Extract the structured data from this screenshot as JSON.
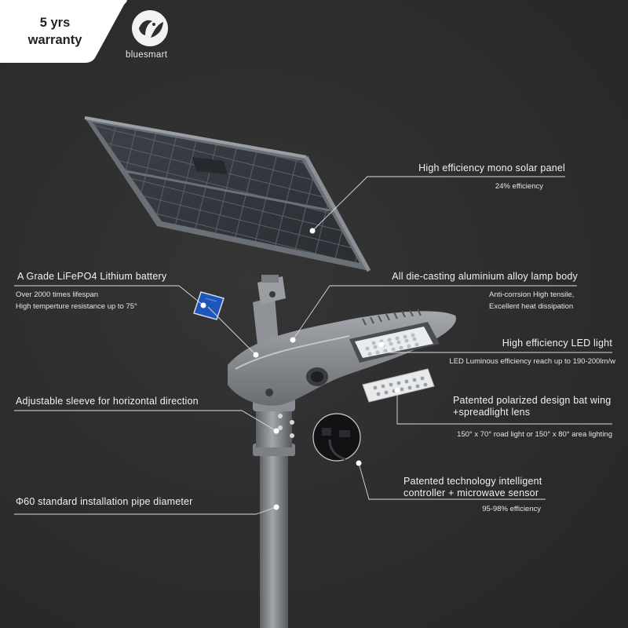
{
  "badge": {
    "line1": "5 yrs",
    "line2": "warranty"
  },
  "brand": {
    "name": "bluesmart",
    "icon": "leaf-bird-logo-icon"
  },
  "features": {
    "solar_panel": {
      "title": "High efficiency mono solar panel",
      "detail": "24% efficiency"
    },
    "battery": {
      "title": "A Grade LiFePO4 Lithium battery",
      "detail_1": "Over 2000 times lifespan",
      "detail_2": "High temperture resistance up to 75°"
    },
    "lamp_body": {
      "title": "All die-casting aluminium alloy lamp body",
      "detail_1": "Anti-corrsion High tensile,",
      "detail_2": "Excellent heat dissipation"
    },
    "led_light": {
      "title": "High efficiency LED light",
      "detail": "LED Luminous efficiency reach up to 190-200lm/w"
    },
    "lens": {
      "title_1": "Patented polarized design bat wing",
      "title_2": "+spreadlight lens",
      "detail": "150° x 70° road light or 150° x 80° area lighting"
    },
    "sleeve": {
      "title": "Adjustable sleeve for horizontal direction"
    },
    "controller": {
      "title_1": "Patented technology intelligent",
      "title_2": "controller + microwave sensor",
      "detail": "95-98% efficiency"
    },
    "pipe": {
      "title": "Φ60 standard installation pipe diameter"
    }
  },
  "colors": {
    "background": "#2e2e2e",
    "badge": "#ffffff",
    "line": "#dcdcdc",
    "battery": "#1f55b8",
    "pole": "#8a8e93"
  }
}
